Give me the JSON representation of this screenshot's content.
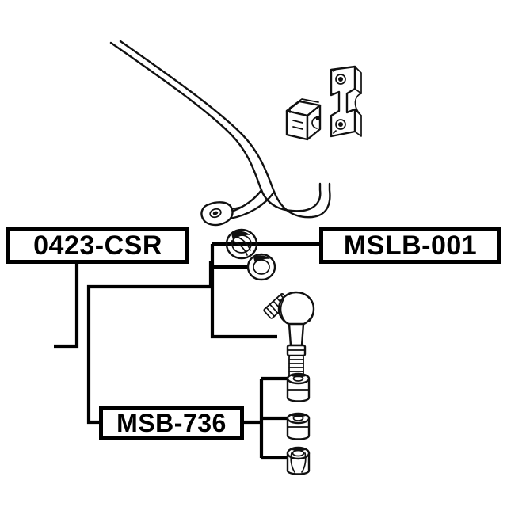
{
  "diagram": {
    "title": "Stabilizer bar and link assembly exploded parts diagram",
    "background_color": "#ffffff",
    "line_color": "#111111",
    "callouts": [
      {
        "id": "0423-CSR",
        "label": "0423-CSR",
        "description": "Front stabilizer sway bar"
      },
      {
        "id": "MSLB-001",
        "label": "MSLB-001",
        "description": "Stabilizer link ball joint with seal rings"
      },
      {
        "id": "MSB-736",
        "label": "MSB-736",
        "description": "Stabilizer bushings"
      }
    ],
    "parts": [
      {
        "name": "stabilizer-bar",
        "callout": "0423-CSR"
      },
      {
        "name": "stabilizer-bushing-block",
        "callout": "0423-CSR"
      },
      {
        "name": "stabilizer-mounting-bracket",
        "callout": "0423-CSR"
      },
      {
        "name": "seal-ring-upper",
        "callout": "MSLB-001"
      },
      {
        "name": "seal-ring-lower",
        "callout": "MSLB-001"
      },
      {
        "name": "ball-joint-link",
        "callout": "MSLB-001"
      },
      {
        "name": "bushing-top",
        "callout": "MSB-736"
      },
      {
        "name": "bushing-middle",
        "callout": "MSB-736"
      },
      {
        "name": "bushing-bottom",
        "callout": "MSB-736"
      }
    ]
  }
}
